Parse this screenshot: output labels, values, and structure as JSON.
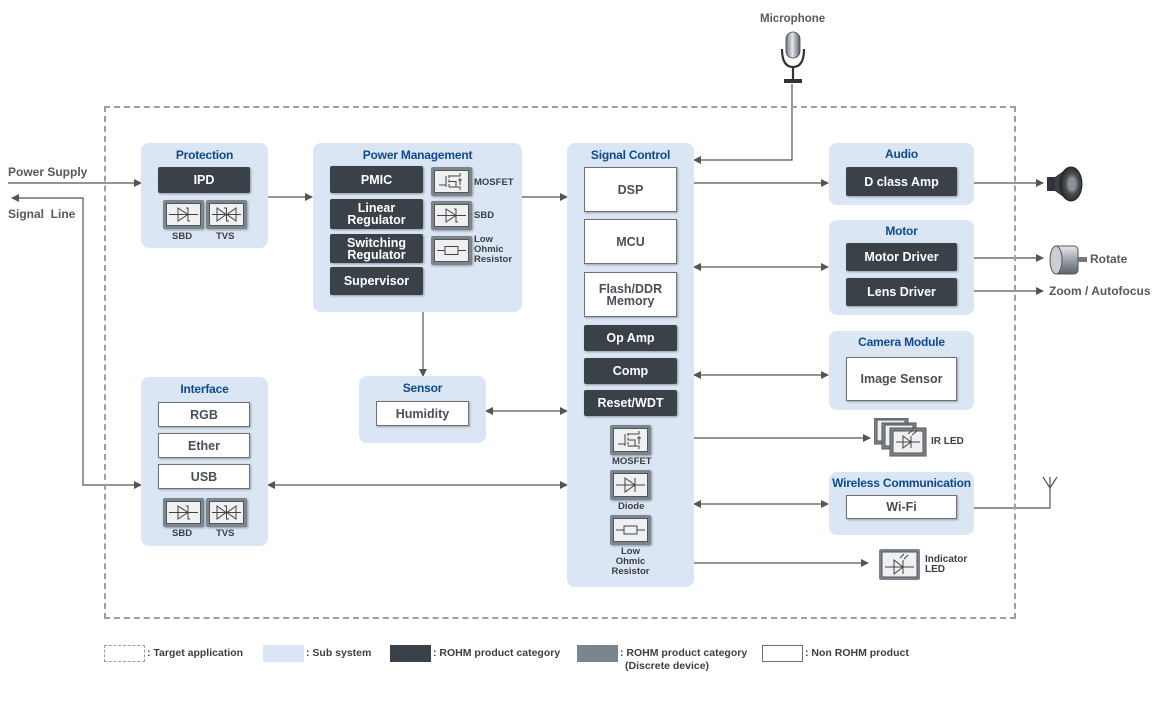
{
  "external": {
    "power_supply": "Power Supply",
    "signal_line": "Signal  Line",
    "microphone": "Microphone",
    "rotate": "Rotate",
    "zoom_autofocus": "Zoom / Autofocus",
    "ir_led": "IR LED",
    "indicator_led_1": "Indicator",
    "indicator_led_2": "LED"
  },
  "protection": {
    "title": "Protection",
    "ipd": "IPD",
    "sbd": "SBD",
    "tvs": "TVS"
  },
  "power_management": {
    "title": "Power Management",
    "pmic": "PMIC",
    "linear_1": "Linear",
    "linear_2": "Regulator",
    "switching_1": "Switching",
    "switching_2": "Regulator",
    "supervisor": "Supervisor",
    "mosfet": "MOSFET",
    "sbd": "SBD",
    "low_ohmic_1": "Low",
    "low_ohmic_2": "Ohmic",
    "low_ohmic_3": "Resistor"
  },
  "signal_control": {
    "title": "Signal Control",
    "dsp": "DSP",
    "mcu": "MCU",
    "flash_1": "Flash/DDR",
    "flash_2": "Memory",
    "op_amp": "Op Amp",
    "comp": "Comp",
    "reset": "Reset/WDT",
    "mosfet": "MOSFET",
    "diode": "Diode",
    "low_ohmic_1": "Low",
    "low_ohmic_2": "Ohmic",
    "low_ohmic_3": "Resistor"
  },
  "sensor": {
    "title": "Sensor",
    "humidity": "Humidity"
  },
  "interface": {
    "title": "Interface",
    "rgb": "RGB",
    "ether": "Ether",
    "usb": "USB",
    "sbd": "SBD",
    "tvs": "TVS"
  },
  "audio": {
    "title": "Audio",
    "d_class_amp": "D class Amp"
  },
  "motor": {
    "title": "Motor",
    "motor_driver": "Motor Driver",
    "lens_driver": "Lens Driver"
  },
  "camera": {
    "title": "Camera Module",
    "image_sensor": "Image Sensor"
  },
  "wireless": {
    "title": "Wireless Communication",
    "wifi": "Wi-Fi"
  },
  "legend": {
    "target": ": Target application",
    "sub": ": Sub system",
    "rohm": ": ROHM product category",
    "discrete_1": ": ROHM product category",
    "discrete_2": "(Discrete device)",
    "non_rohm": ": Non ROHM product"
  },
  "colors": {
    "subsystem": "#dbe6f4",
    "rohm_product": "#3a4149",
    "discrete": "#7b858f",
    "title_blue": "#0d4a8c",
    "line": "#555555"
  }
}
